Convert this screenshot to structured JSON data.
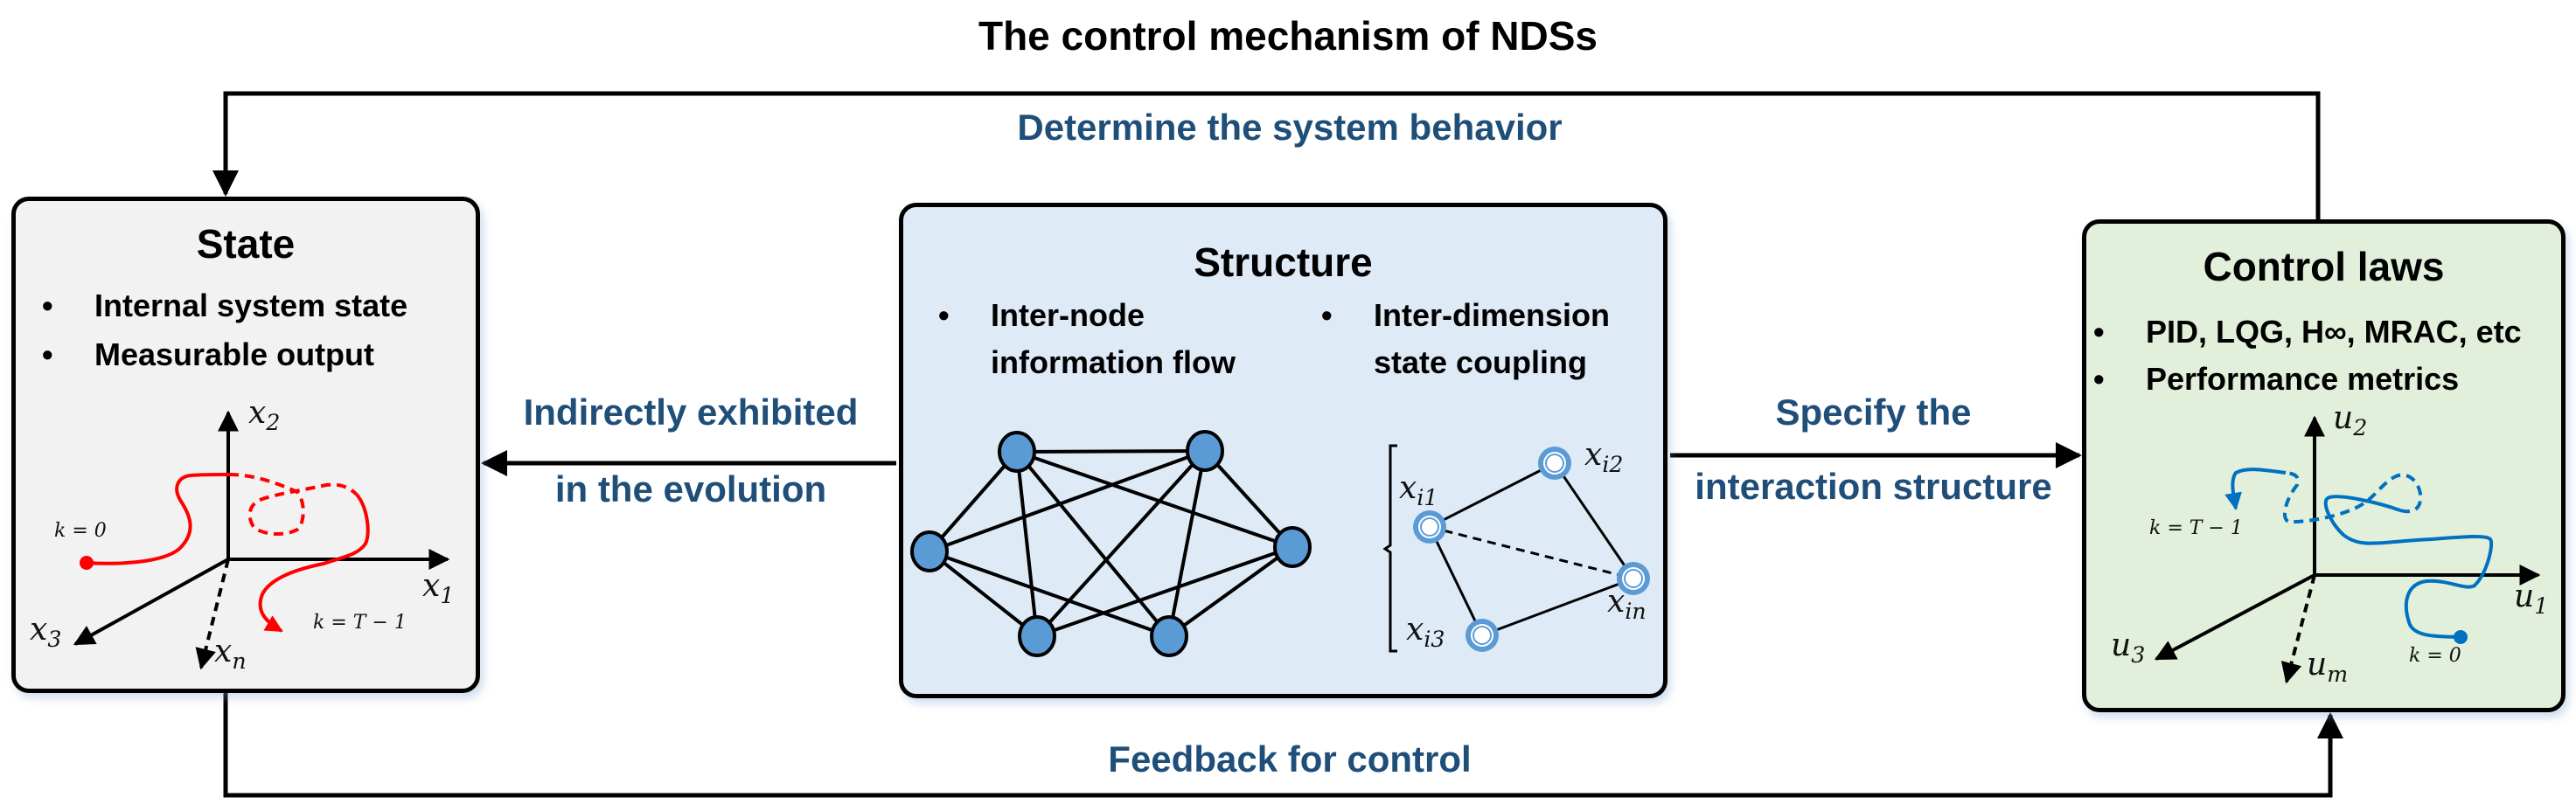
{
  "title": "The control mechanism of NDSs",
  "flows": {
    "top": "Determine the system behavior",
    "left_line1": "Indirectly exhibited",
    "left_line2": "in the evolution",
    "right_line1": "Specify the",
    "right_line2": "interaction structure",
    "bottom": "Feedback for control"
  },
  "state": {
    "title": "State",
    "bullets": [
      "Internal system state",
      "Measurable output"
    ],
    "axes": {
      "x1": "x",
      "x1_sub": "1",
      "x2": "x",
      "x2_sub": "2",
      "x3": "x",
      "x3_sub": "3",
      "xn": "x",
      "xn_sub": "n"
    },
    "start_label": "k = 0",
    "end_label": "k = T − 1",
    "trajectory_color": "#ff0000"
  },
  "structure": {
    "title": "Structure",
    "bullets": [
      {
        "line1": "Inter-node",
        "line2": "information flow"
      },
      {
        "line1": "Inter-dimension",
        "line2": "state coupling"
      }
    ],
    "node_color": "#5b9bd5",
    "network": {
      "nodes": [
        "n1",
        "n2",
        "n3",
        "n4",
        "n5",
        "n6"
      ],
      "edges": [
        [
          "n1",
          "n2"
        ],
        [
          "n1",
          "n3"
        ],
        [
          "n1",
          "n5"
        ],
        [
          "n1",
          "n6"
        ],
        [
          "n1",
          "n4"
        ],
        [
          "n2",
          "n3"
        ],
        [
          "n2",
          "n5"
        ],
        [
          "n2",
          "n6"
        ],
        [
          "n2",
          "n4"
        ],
        [
          "n3",
          "n5"
        ],
        [
          "n3",
          "n6"
        ],
        [
          "n5",
          "n4"
        ],
        [
          "n6",
          "n4"
        ]
      ]
    },
    "coupling": {
      "nodes": [
        {
          "id": "xi1",
          "label": "x",
          "sub": "i1"
        },
        {
          "id": "xi2",
          "label": "x",
          "sub": "i2"
        },
        {
          "id": "xi3",
          "label": "x",
          "sub": "i3"
        },
        {
          "id": "xin",
          "label": "x",
          "sub": "in"
        }
      ],
      "edges": [
        [
          "xi1",
          "xi2",
          "solid"
        ],
        [
          "xi2",
          "xin",
          "solid"
        ],
        [
          "xi1",
          "xin",
          "dashed"
        ],
        [
          "xi1",
          "xi3",
          "solid"
        ],
        [
          "xi3",
          "xin",
          "solid"
        ]
      ]
    }
  },
  "control": {
    "title": "Control laws",
    "bullets": [
      "PID, LQG, H∞, MRAC, etc",
      "Performance metrics"
    ],
    "axes": {
      "u1": "u",
      "u1_sub": "1",
      "u2": "u",
      "u2_sub": "2",
      "u3": "u",
      "u3_sub": "3",
      "um": "u",
      "um_sub": "m"
    },
    "start_label": "k = 0",
    "end_label": "k = T − 1",
    "trajectory_color": "#0070c0"
  }
}
